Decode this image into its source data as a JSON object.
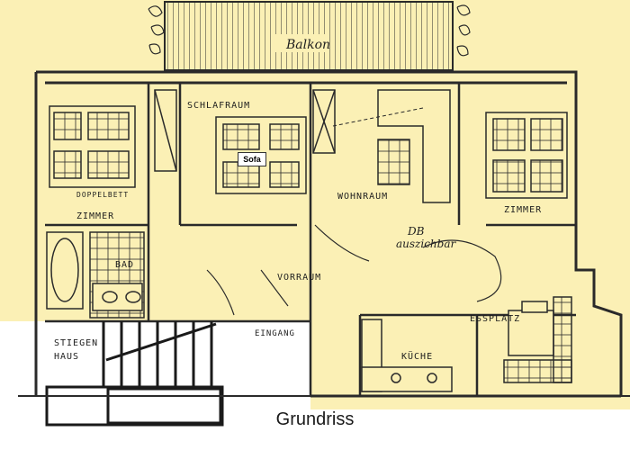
{
  "rooms": {
    "balkon": "Balkon",
    "schlafraum": "SCHLAFRAUM",
    "doppelbett": "DOPPELBETT",
    "zimmer_left": "ZIMMER",
    "wohnraum": "WOHNRAUM",
    "zimmer_right": "ZIMMER",
    "bad": "BAD",
    "vorraum": "VORRAUM",
    "essplatz": "ESSPLATZ",
    "kueche": "KÜCHE",
    "eingang": "EINGANG",
    "stiegen": "STIEGEN",
    "haus": "HAUS",
    "db": "DB",
    "auszichbar": "auszichbar"
  },
  "sofa_label": "Sofa",
  "caption": "Grundriss",
  "colors": {
    "paper": "#fbf0b5",
    "ink": "#2a2a2a",
    "white": "#ffffff"
  }
}
